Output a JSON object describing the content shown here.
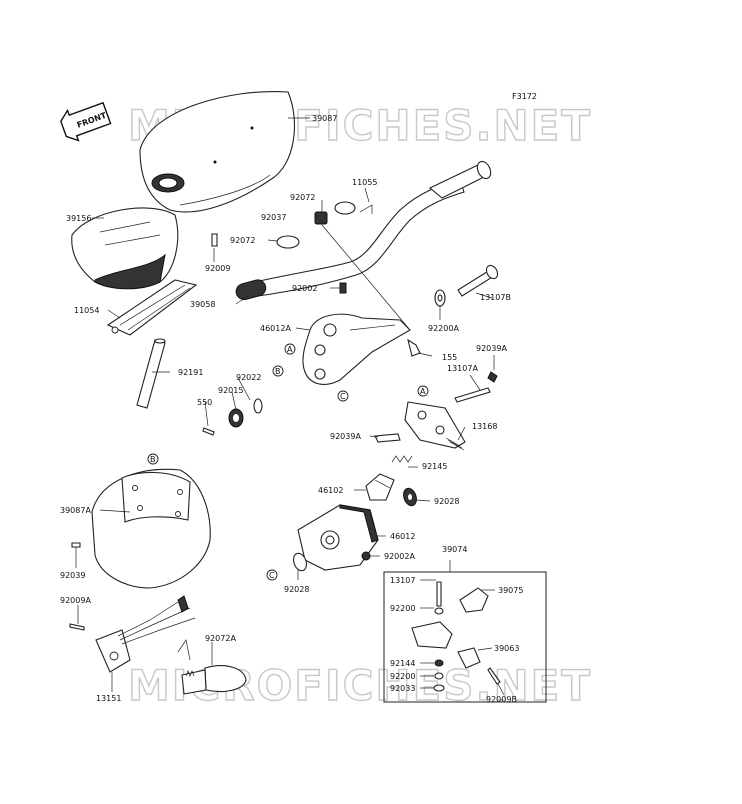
{
  "figure_code": "F3172",
  "front_label": "FRONT",
  "watermark": "MICROFICHES.NET",
  "callouts": [
    "A",
    "B",
    "C"
  ],
  "part_numbers": {
    "p39087": "39087",
    "p92072_top": "92072",
    "p11055": "11055",
    "p92037": "92037",
    "p39156": "39156",
    "p92072_mid": "92072",
    "p92009": "92009",
    "p13107B": "13107B",
    "p92002": "92002",
    "p39058": "39058",
    "p11054": "11054",
    "p46012A": "46012A",
    "p92200A": "92200A",
    "p155": "155",
    "p92039A": "92039A",
    "p13107A": "13107A",
    "p92191": "92191",
    "p92022": "92022",
    "p92015": "92015",
    "p550": "550",
    "p13168": "13168",
    "p92039A_b": "92039A",
    "p92145": "92145",
    "p46102": "46102",
    "p92028_r": "92028",
    "p39087A": "39087A",
    "p46012": "46012",
    "p39074": "39074",
    "p92002A": "92002A",
    "p92039": "92039",
    "p92028_l": "92028",
    "p13107": "13107",
    "p39075": "39075",
    "p92200": "92200",
    "p92009A": "92009A",
    "p92072A": "92072A",
    "p39063": "39063",
    "p92144": "92144",
    "p92200_b": "92200",
    "p92033": "92033",
    "p92009B": "92009B",
    "p13151": "13151"
  }
}
